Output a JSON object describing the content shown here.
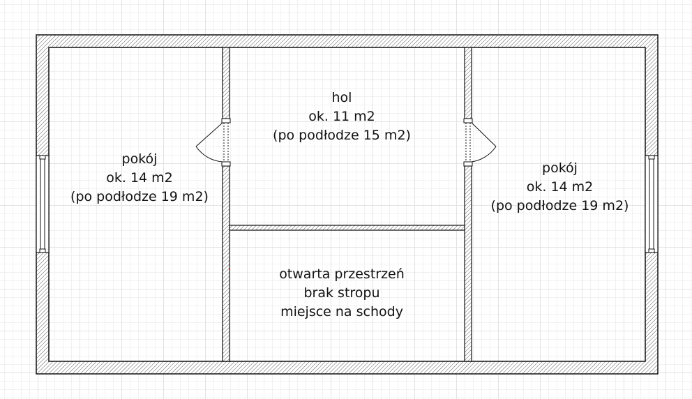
{
  "rooms": {
    "left": {
      "name": "pokój",
      "area": "ok. 14 m2",
      "floor_area": "(po podłodze 19 m2)"
    },
    "hall": {
      "name": "hol",
      "area": "ok. 11 m2",
      "floor_area": "(po podłodze 15 m2)"
    },
    "right": {
      "name": "pokój",
      "area": "ok. 14 m2",
      "floor_area": "(po podłodze 19 m2)"
    },
    "open_space": {
      "line1": "otwarta przestrzeń",
      "line2": "brak stropu",
      "line3": "miejsce na schody"
    }
  }
}
